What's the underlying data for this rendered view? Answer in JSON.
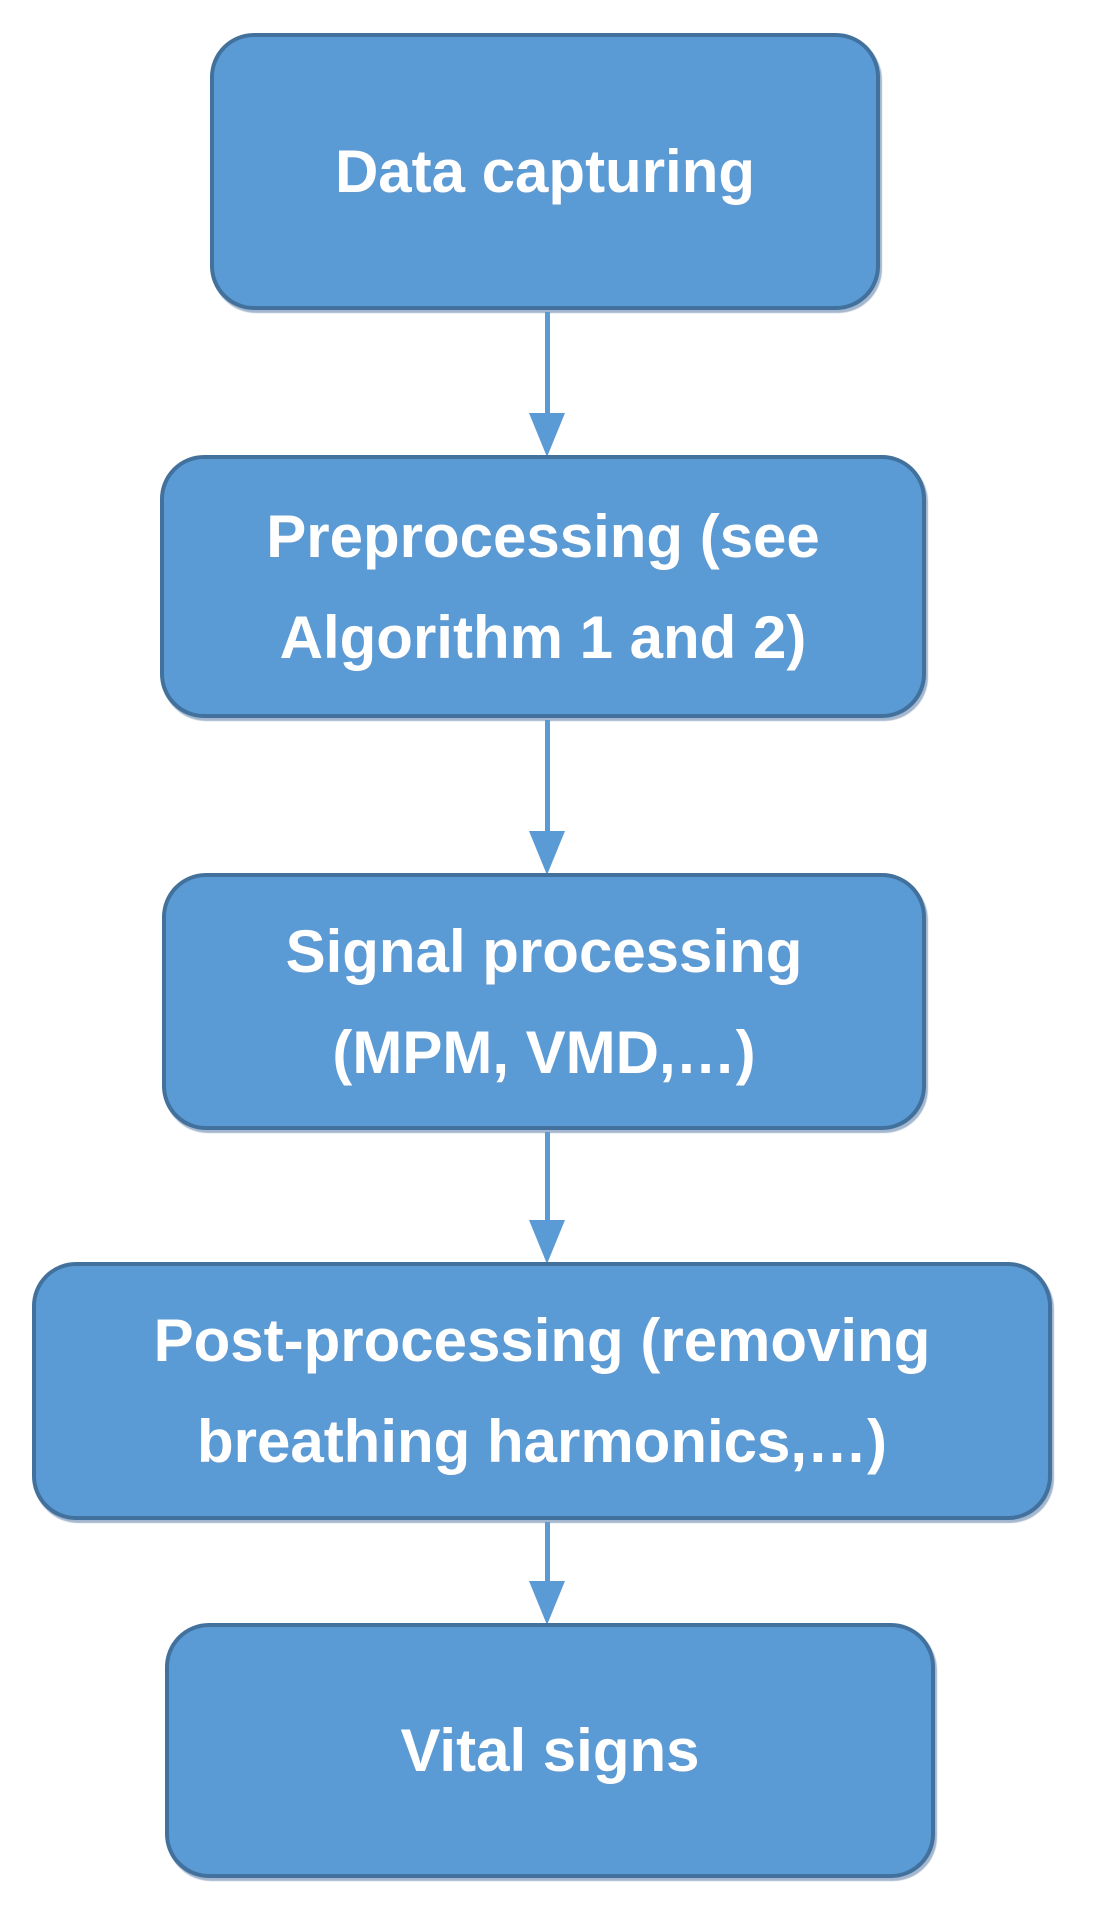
{
  "diagram": {
    "type": "flowchart",
    "direction": "top-to-bottom",
    "colors": {
      "background": "#FFFFFF",
      "box_fill": "#5B9BD5",
      "box_border": "#41719C",
      "arrow": "#5B9BD5",
      "text": "#FFFFFF"
    },
    "nodes": [
      {
        "id": "data-capturing",
        "label": "Data capturing",
        "lines": [
          "Data capturing"
        ]
      },
      {
        "id": "preprocessing",
        "label": "Preprocessing (see Algorithm 1 and 2)",
        "lines": [
          "Preprocessing (see",
          "Algorithm 1 and 2)"
        ]
      },
      {
        "id": "signal-processing",
        "label": "Signal processing (MPM, VMD,…)",
        "lines": [
          "Signal processing",
          "(MPM, VMD,…)"
        ]
      },
      {
        "id": "post-processing",
        "label": "Post-processing (removing breathing harmonics,…)",
        "lines": [
          "Post-processing (removing",
          "breathing harmonics,…)"
        ]
      },
      {
        "id": "vital-signs",
        "label": "Vital signs",
        "lines": [
          "Vital signs"
        ]
      }
    ],
    "edges": [
      {
        "from": "data-capturing",
        "to": "preprocessing"
      },
      {
        "from": "preprocessing",
        "to": "signal-processing"
      },
      {
        "from": "signal-processing",
        "to": "post-processing"
      },
      {
        "from": "post-processing",
        "to": "vital-signs"
      }
    ]
  }
}
